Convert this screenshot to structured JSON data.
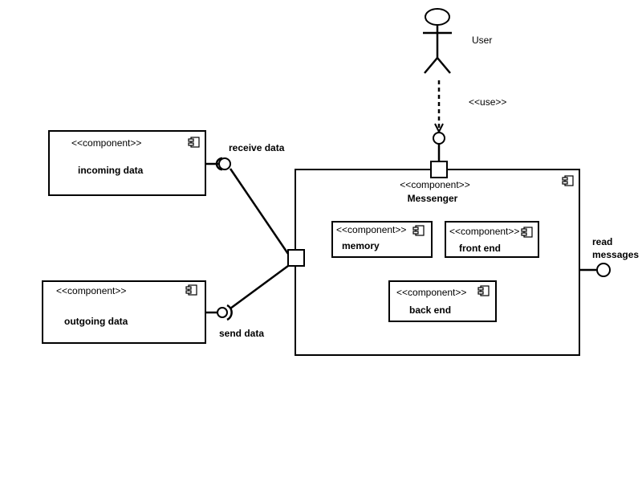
{
  "stereotype": "<<component>>",
  "user_stereotype": "<<use>>",
  "actor": {
    "name": "User"
  },
  "components": {
    "incoming": {
      "name": "incoming data"
    },
    "outgoing": {
      "name": "outgoing data"
    },
    "messenger": {
      "name": "Messenger"
    },
    "memory": {
      "name": "memory"
    },
    "front_end": {
      "name": "front end"
    },
    "back_end": {
      "name": "back end"
    }
  },
  "interfaces": {
    "receive": "receive data",
    "send": "send data",
    "read_line1": "read",
    "read_line2": "messages"
  }
}
